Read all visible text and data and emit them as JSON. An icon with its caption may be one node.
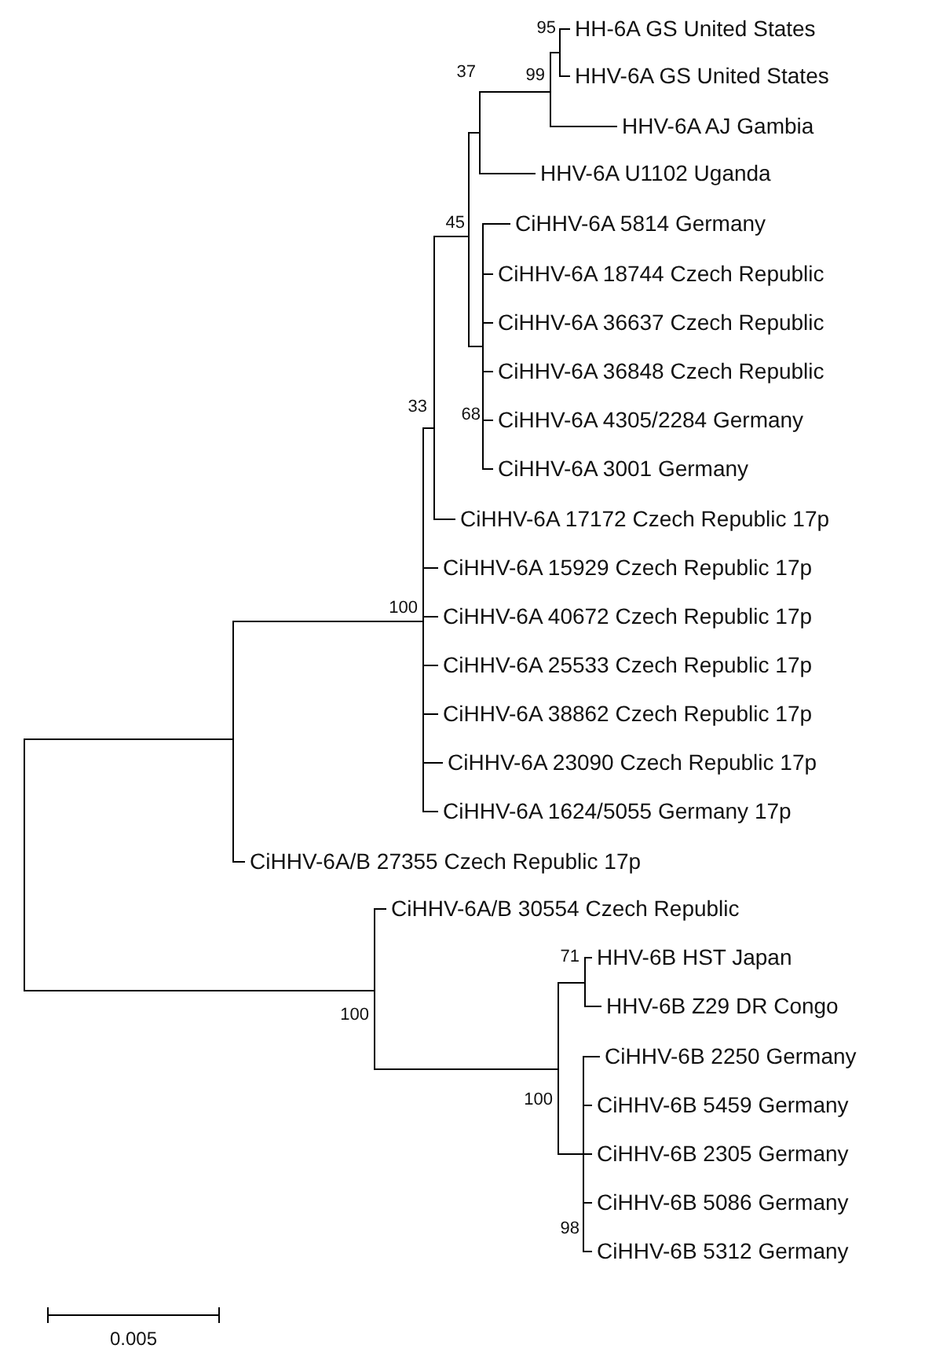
{
  "diagram": {
    "nodes": [
      {
        "text": [
          "HH-6A GS United States"
        ]
      },
      {
        "text": [
          "HHV-6A GS United States"
        ]
      },
      {
        "text": [
          "HHV-6A AJ Gambia"
        ]
      },
      {
        "text": [
          "HHV-6A U1102 Uganda"
        ]
      },
      {
        "text": [
          "CiHHV-6A 5814 Germany"
        ]
      },
      {
        "text": [
          "CiHHV-6A 18744 Czech Republic"
        ]
      },
      {
        "text": [
          "CiHHV-6A 36637 Czech Republic"
        ]
      },
      {
        "text": [
          "CiHHV-6A 36848 Czech Republic"
        ]
      },
      {
        "text": [
          "CiHHV-6A 4305/2284 Germany"
        ]
      },
      {
        "text": [
          "CiHHV-6A 3001 Germany"
        ]
      },
      {
        "text": [
          "CiHHV-6A 17172 Czech Republic 17p"
        ]
      },
      {
        "text": [
          "CiHHV-6A 15929 Czech Republic 17p"
        ]
      },
      {
        "text": [
          "CiHHV-6A 40672 Czech Republic 17p"
        ]
      },
      {
        "text": [
          "CiHHV-6A 25533 Czech Republic 17p"
        ]
      },
      {
        "text": [
          "CiHHV-6A 38862 Czech Republic 17p"
        ]
      },
      {
        "text": [
          "CiHHV-6A 23090 Czech Republic 17p"
        ]
      },
      {
        "text": [
          "CiHHV-6A 1624/5055 Germany 17p"
        ]
      },
      {
        "text": [
          "CiHHV-6A/B 27355 Czech Republic 17p"
        ]
      },
      {
        "text": [
          "CiHHV-6A/B 30554 Czech Republic"
        ]
      },
      {
        "text": [
          "HHV-6B HST Japan"
        ]
      },
      {
        "text": [
          "HHV-6B Z29 DR Congo"
        ]
      },
      {
        "text": [
          "CiHHV-6B 2250 Germany"
        ]
      },
      {
        "text": [
          "CiHHV-6B 5459 Germany"
        ]
      },
      {
        "text": [
          "CiHHV-6B 2305 Germany"
        ]
      },
      {
        "text": [
          "CiHHV-6B 5086 Germany"
        ]
      },
      {
        "text": [
          "CiHHV-6B 5312 Germany"
        ]
      },
      {
        "text": [],
        "shape": "bar"
      },
      {
        "text": [],
        "shape": "bar"
      },
      {
        "text": [],
        "shape": "bar",
        "beside": [
          "100"
        ]
      },
      {
        "text": [],
        "shape": "bar",
        "beside": [
          "33"
        ]
      },
      {
        "text": [],
        "shape": "bar",
        "beside": [
          "45"
        ]
      },
      {
        "text": [],
        "shape": "bar",
        "beside": [
          "37"
        ]
      },
      {
        "text": [],
        "shape": "bar",
        "beside": [
          "99"
        ]
      },
      {
        "text": [],
        "shape": "bar",
        "beside": [
          "95"
        ]
      },
      {
        "text": [],
        "shape": "bar",
        "beside": [
          "68"
        ]
      },
      {
        "text": [],
        "shape": "bar",
        "beside": [
          "100"
        ]
      },
      {
        "text": [],
        "shape": "bar",
        "beside": [
          "100"
        ]
      },
      {
        "text": [],
        "shape": "bar",
        "beside": [
          "71"
        ]
      },
      {
        "text": [],
        "shape": "bar",
        "beside": [
          "98"
        ]
      }
    ],
    "edges": [
      {
        "from": 26,
        "to": 27,
        "arrow": "none"
      },
      {
        "from": 26,
        "to": 35,
        "arrow": "none"
      },
      {
        "from": 27,
        "to": 28,
        "arrow": "none"
      },
      {
        "from": 27,
        "to": 17,
        "arrow": "none"
      },
      {
        "from": 28,
        "to": 29,
        "arrow": "none"
      },
      {
        "from": 28,
        "to": 11,
        "arrow": "none"
      },
      {
        "from": 28,
        "to": 12,
        "arrow": "none"
      },
      {
        "from": 28,
        "to": 13,
        "arrow": "none"
      },
      {
        "from": 28,
        "to": 14,
        "arrow": "none"
      },
      {
        "from": 28,
        "to": 15,
        "arrow": "none"
      },
      {
        "from": 28,
        "to": 16,
        "arrow": "none"
      },
      {
        "from": 29,
        "to": 30,
        "arrow": "none"
      },
      {
        "from": 29,
        "to": 10,
        "arrow": "none"
      },
      {
        "from": 30,
        "to": 31,
        "arrow": "none"
      },
      {
        "from": 30,
        "to": 34,
        "arrow": "none"
      },
      {
        "from": 31,
        "to": 32,
        "arrow": "none"
      },
      {
        "from": 31,
        "to": 3,
        "arrow": "none"
      },
      {
        "from": 32,
        "to": 33,
        "arrow": "none"
      },
      {
        "from": 32,
        "to": 2,
        "arrow": "none"
      },
      {
        "from": 33,
        "to": 0,
        "arrow": "none"
      },
      {
        "from": 33,
        "to": 1,
        "arrow": "none"
      },
      {
        "from": 34,
        "to": 4,
        "arrow": "none"
      },
      {
        "from": 34,
        "to": 5,
        "arrow": "none"
      },
      {
        "from": 34,
        "to": 6,
        "arrow": "none"
      },
      {
        "from": 34,
        "to": 7,
        "arrow": "none"
      },
      {
        "from": 34,
        "to": 8,
        "arrow": "none"
      },
      {
        "from": 34,
        "to": 9,
        "arrow": "none"
      },
      {
        "from": 35,
        "to": 18,
        "arrow": "none"
      },
      {
        "from": 35,
        "to": 36,
        "arrow": "none"
      },
      {
        "from": 36,
        "to": 37,
        "arrow": "none"
      },
      {
        "from": 36,
        "to": 38,
        "arrow": "none"
      },
      {
        "from": 37,
        "to": 19,
        "arrow": "none"
      },
      {
        "from": 37,
        "to": 20,
        "arrow": "none"
      },
      {
        "from": 38,
        "to": 21,
        "arrow": "none"
      },
      {
        "from": 38,
        "to": 22,
        "arrow": "none"
      },
      {
        "from": 38,
        "to": 23,
        "arrow": "none"
      },
      {
        "from": 38,
        "to": 24,
        "arrow": "none"
      },
      {
        "from": 38,
        "to": 25,
        "arrow": "none"
      }
    ],
    "labels": [
      "0.005"
    ]
  }
}
